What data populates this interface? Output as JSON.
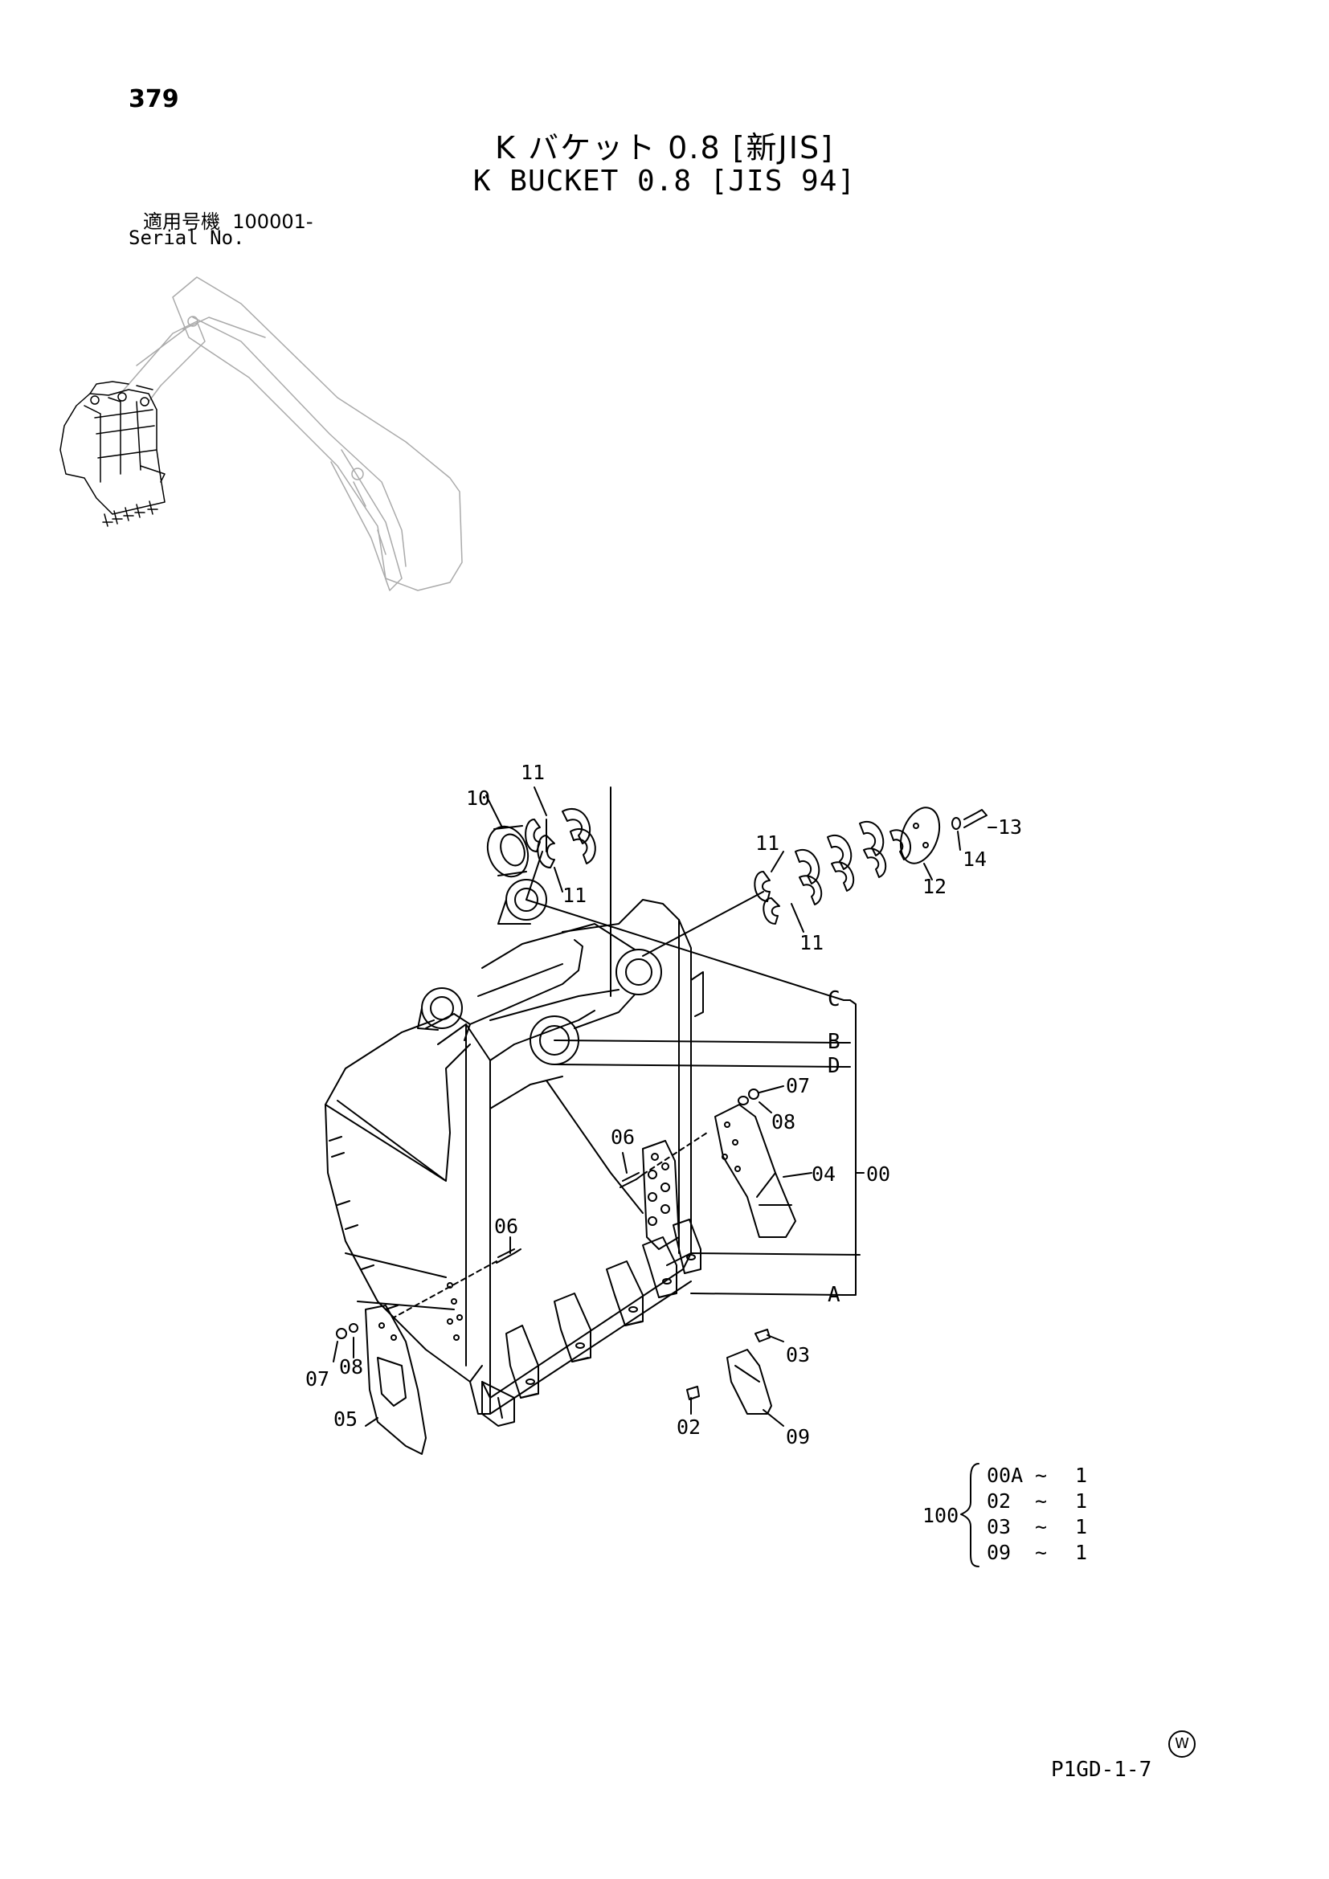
{
  "page": {
    "number": "379",
    "title_jp": "K バケット 0.8 [新JIS]",
    "title_en": "K BUCKET 0.8 [JIS 94]",
    "serial_label_jp": "適用号機",
    "serial_value": "100001-",
    "serial_label_en": "Serial No.",
    "page_code": "P1GD-1-7",
    "watermark_glyph": "W"
  },
  "callouts": {
    "c11a": "11",
    "c10": "10",
    "c11b": "11",
    "c11c": "11",
    "c11d": "11",
    "c12": "12",
    "c13": "13",
    "c14": "14",
    "c07a": "07",
    "c08a": "08",
    "c06a": "06",
    "c04": "04",
    "c00": "00",
    "c06b": "06",
    "c07b": "07",
    "c08b": "08",
    "c05": "05",
    "c03": "03",
    "c02": "02",
    "c09": "09"
  },
  "section_labels": {
    "C": "C",
    "B": "B",
    "D": "D",
    "A": "A"
  },
  "kit": {
    "id": "100",
    "rows": [
      {
        "part": "00A",
        "sep": "~",
        "qty": "1"
      },
      {
        "part": "02",
        "sep": "~",
        "qty": "1"
      },
      {
        "part": "03",
        "sep": "~",
        "qty": "1"
      },
      {
        "part": "09",
        "sep": "~",
        "qty": "1"
      }
    ]
  }
}
